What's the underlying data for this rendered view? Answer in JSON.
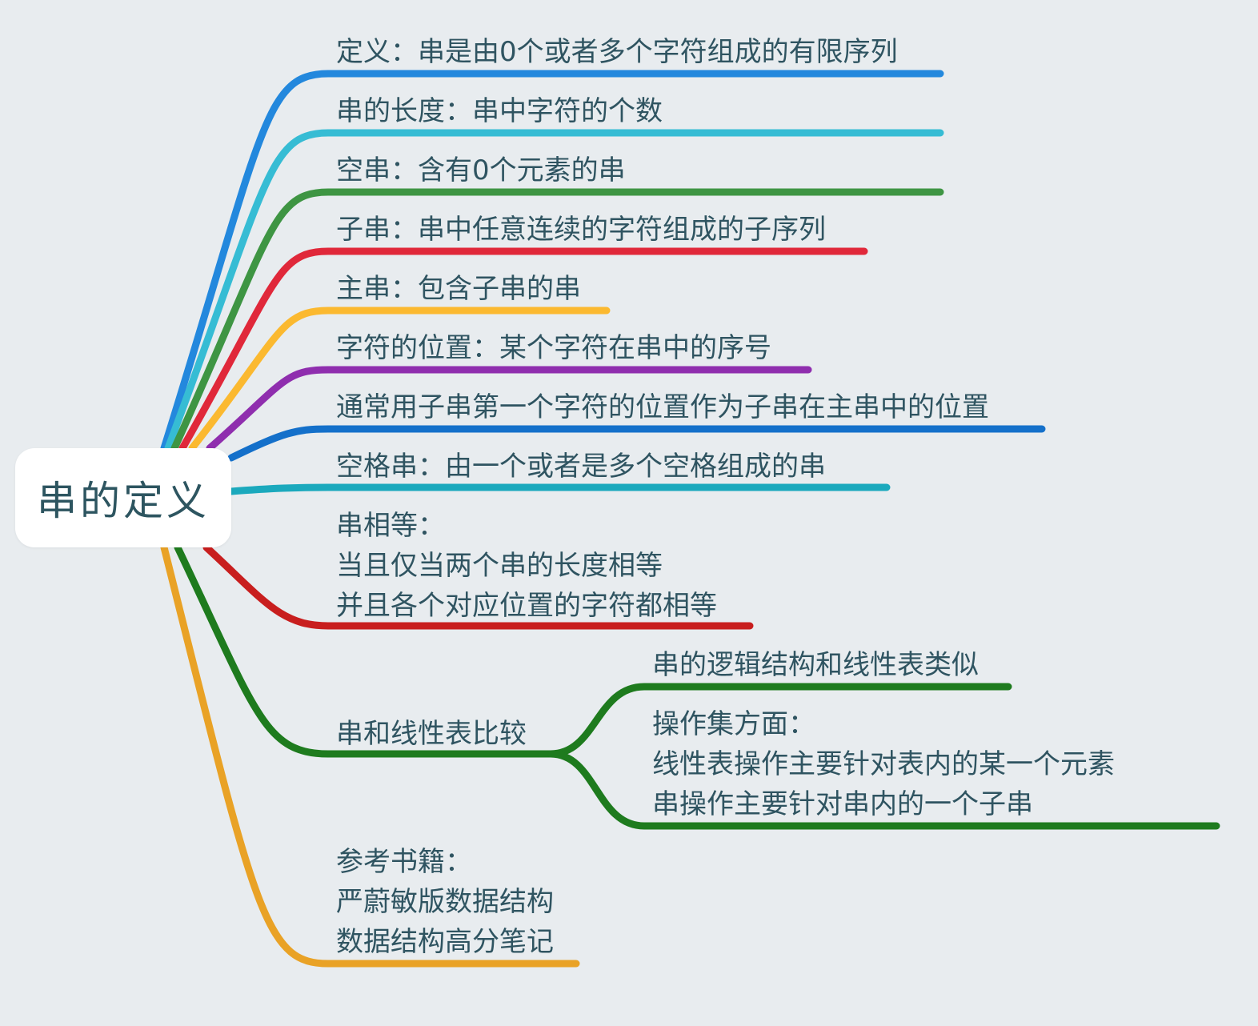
{
  "root": {
    "label": "串的定义"
  },
  "colors": {
    "background": "#e8ecef",
    "text": "#2f5461",
    "root_text": "#2d5560"
  },
  "branches": [
    {
      "id": "definition",
      "lines": [
        "定义：串是由0个或者多个字符组成的有限序列"
      ],
      "color": "#2388dd"
    },
    {
      "id": "length",
      "lines": [
        "串的长度：串中字符的个数"
      ],
      "color": "#36bcd4"
    },
    {
      "id": "empty",
      "lines": [
        "空串：含有0个元素的串"
      ],
      "color": "#3e9543"
    },
    {
      "id": "substring",
      "lines": [
        "子串：串中任意连续的字符组成的子序列"
      ],
      "color": "#e0283a"
    },
    {
      "id": "main-string",
      "lines": [
        "主串：包含子串的串"
      ],
      "color": "#fbb930"
    },
    {
      "id": "char-pos",
      "lines": [
        "字符的位置：某个字符在串中的序号"
      ],
      "color": "#8f2eae"
    },
    {
      "id": "sub-pos",
      "lines": [
        "通常用子串第一个字符的位置作为子串在主串中的位置"
      ],
      "color": "#1470ca"
    },
    {
      "id": "blank",
      "lines": [
        "空格串：由一个或者是多个空格组成的串"
      ],
      "color": "#1ba9bd"
    },
    {
      "id": "equal",
      "lines": [
        "串相等：",
        "当且仅当两个串的长度相等",
        "并且各个对应位置的字符都相等"
      ],
      "color": "#c81e1e"
    },
    {
      "id": "compare",
      "lines": [
        "串和线性表比较"
      ],
      "color": "#1e7b1e",
      "children": [
        {
          "id": "compare-logic",
          "lines": [
            "串的逻辑结构和线性表类似"
          ],
          "color": "#1e7b1e"
        },
        {
          "id": "compare-ops",
          "lines": [
            "操作集方面：",
            "线性表操作主要针对表内的某一个元素",
            "串操作主要针对串内的一个子串"
          ],
          "color": "#1e7b1e"
        }
      ]
    },
    {
      "id": "refs",
      "lines": [
        "参考书籍：",
        "严蔚敏版数据结构",
        "数据结构高分笔记"
      ],
      "color": "#e9a226"
    }
  ]
}
